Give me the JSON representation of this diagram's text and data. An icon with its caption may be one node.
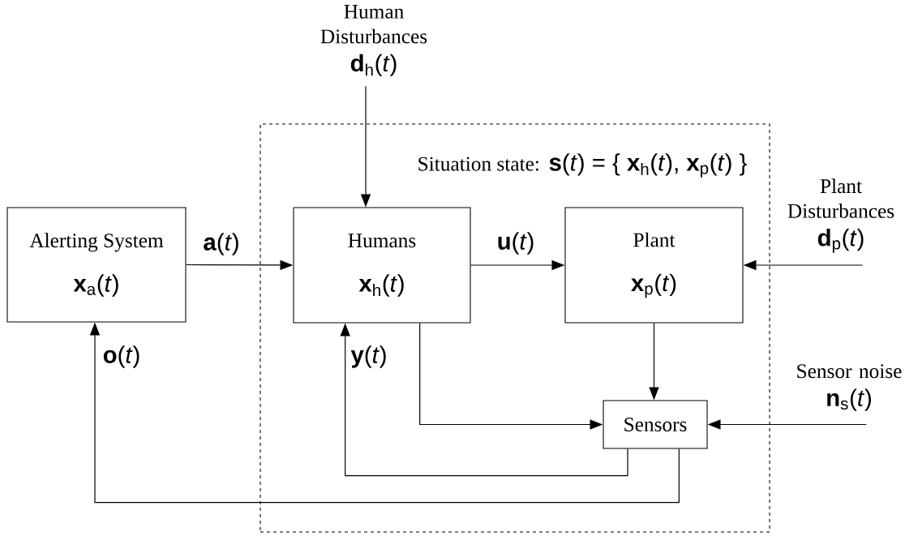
{
  "diagram": {
    "nodes": [
      {
        "text": [
          "Situation state:",
          "**s**(*t*) = { **x**$_{h}$(*t*), **x**$_{p}$(*t*) }"
        ]
      },
      {
        "text": [
          "Alerting System",
          "**x**$_{a}$(*t*)"
        ]
      },
      {
        "text": [
          "Humans",
          "**x**$_{h}$(*t*)"
        ],
        "in": 0
      },
      {
        "text": [
          "Plant",
          "**x**$_{p}$(*t*)"
        ],
        "in": 0
      },
      {
        "text": [
          "Sensors"
        ],
        "in": 0
      },
      {
        "text": [
          "Human Disturbances",
          "**d**$_{h}$(*t*)"
        ]
      },
      {
        "text": [
          "Plant Disturbances",
          "**d**$_{p}$(*t*)"
        ]
      },
      {
        "text": [
          "Sensor noise",
          "**n**$_{s}$(*t*)"
        ]
      }
    ],
    "edges": [
      {
        "from": 5,
        "to": 2,
        "arrow": "to"
      },
      {
        "from": 1,
        "to": 2,
        "arrow": "to",
        "label": "**a**(*t*)"
      },
      {
        "from": 2,
        "to": 3,
        "arrow": "to",
        "label": "**u**(*t*)"
      },
      {
        "from": 6,
        "to": 3,
        "arrow": "to"
      },
      {
        "from": 3,
        "to": 4,
        "arrow": "to"
      },
      {
        "from": 2,
        "to": 4,
        "arrow": "to"
      },
      {
        "from": 7,
        "to": 4,
        "arrow": "to"
      },
      {
        "from": 4,
        "to": 2,
        "arrow": "to",
        "label": "**y**(*t*)"
      },
      {
        "from": 4,
        "to": 1,
        "arrow": "to",
        "label": "**o**(*t*)"
      }
    ]
  }
}
